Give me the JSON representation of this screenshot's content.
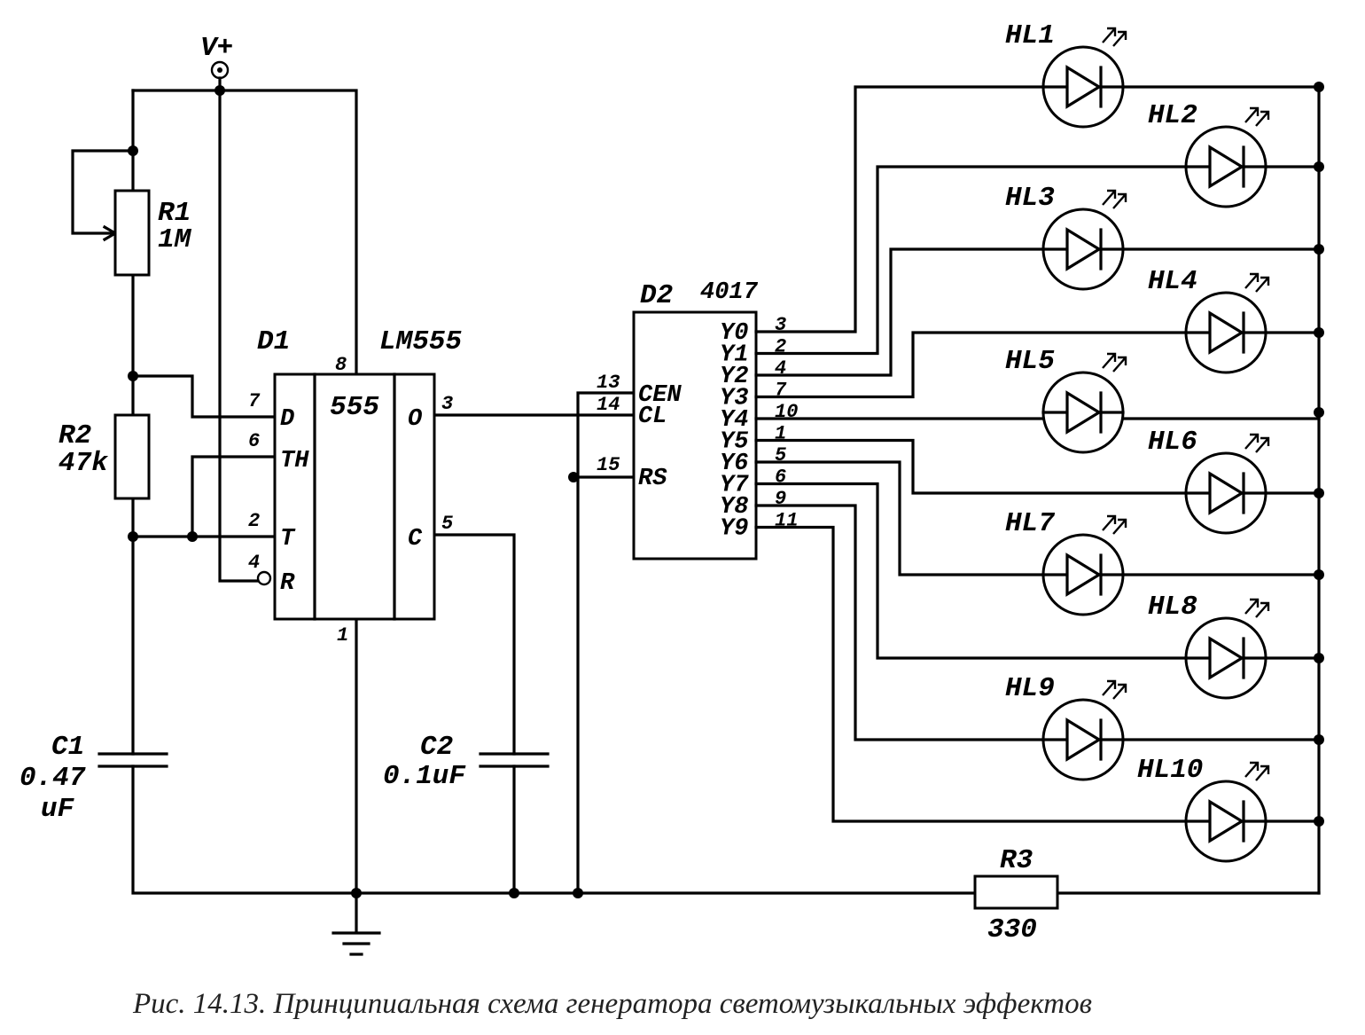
{
  "supply_label": "V+",
  "caption": "Рис. 14.13. Принципиальная схема генератора светомузыкальных эффектов",
  "components": {
    "R1": {
      "ref": "R1",
      "value": "1M"
    },
    "R2": {
      "ref": "R2",
      "value": "47k"
    },
    "R3": {
      "ref": "R3",
      "value": "330"
    },
    "C1": {
      "ref": "C1",
      "value_line1": "0.47",
      "value_line2": "uF"
    },
    "C2": {
      "ref": "C2",
      "value": "0.1uF"
    }
  },
  "d1": {
    "ref": "D1",
    "part": "LM555",
    "body_label": "555",
    "pins_left": [
      {
        "num": "7",
        "name": "D"
      },
      {
        "num": "6",
        "name": "TH"
      },
      {
        "num": "2",
        "name": "T"
      },
      {
        "num": "4",
        "name": "R"
      }
    ],
    "pins_right": [
      {
        "num": "3",
        "name": "O"
      },
      {
        "num": "5",
        "name": "C"
      }
    ],
    "pin_top": "8",
    "pin_bottom": "1"
  },
  "d2": {
    "ref": "D2",
    "part": "4017",
    "pins_left": [
      {
        "num": "13",
        "name": "CEN"
      },
      {
        "num": "14",
        "name": "CL"
      },
      {
        "num": "15",
        "name": "RS"
      }
    ],
    "outputs": [
      {
        "name": "Y0",
        "num": "3"
      },
      {
        "name": "Y1",
        "num": "2"
      },
      {
        "name": "Y2",
        "num": "4"
      },
      {
        "name": "Y3",
        "num": "7"
      },
      {
        "name": "Y4",
        "num": "10"
      },
      {
        "name": "Y5",
        "num": "1"
      },
      {
        "name": "Y6",
        "num": "5"
      },
      {
        "name": "Y7",
        "num": "6"
      },
      {
        "name": "Y8",
        "num": "9"
      },
      {
        "name": "Y9",
        "num": "11"
      }
    ]
  },
  "leds": [
    "HL1",
    "HL2",
    "HL3",
    "HL4",
    "HL5",
    "HL6",
    "HL7",
    "HL8",
    "HL9",
    "HL10"
  ]
}
